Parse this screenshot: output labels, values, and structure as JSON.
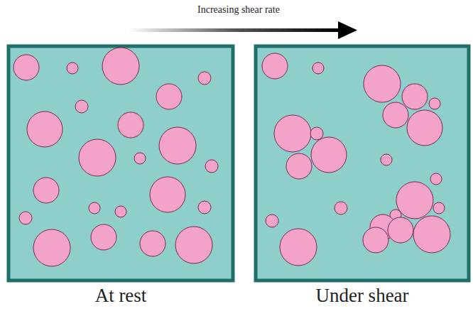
{
  "diagram": {
    "labels": [
      "Increasing shear rate",
      "At rest",
      "Under shear"
    ]
  }
}
